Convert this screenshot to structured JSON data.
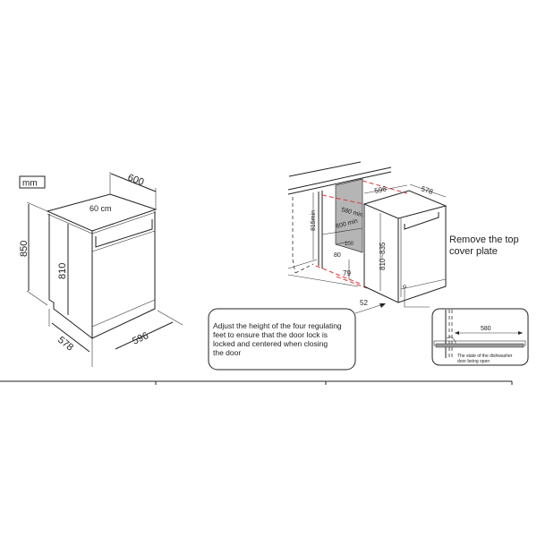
{
  "left_diagram": {
    "unit_label": "mm",
    "top_label": "60 cm",
    "dims": {
      "height_total": "850",
      "height_body": "810",
      "depth_top": "600",
      "depth_side": "578",
      "width_front": "596"
    }
  },
  "right_diagram": {
    "dims": {
      "width": "596",
      "depth": "578",
      "niche_height": "815min",
      "niche_depth_a": "580 min",
      "niche_depth_b": "600 min",
      "d100": "100",
      "d80": "80",
      "d79": "79",
      "d52": "52",
      "height_range": "810~835"
    },
    "note_lines": [
      "Remove the top",
      "cover plate"
    ]
  },
  "callout": {
    "lines": [
      "Adjust the height of the four regulating",
      "feet to ensure that the door lock is",
      "locked and centered when closing",
      "the door"
    ]
  },
  "inset": {
    "dim": "580",
    "caption_lines": [
      "The state of the dishwasher",
      "door being open"
    ]
  },
  "colors": {
    "line": "#222222",
    "guide_red": "#e23b3b",
    "recess_grey": "#b5b5b5"
  }
}
